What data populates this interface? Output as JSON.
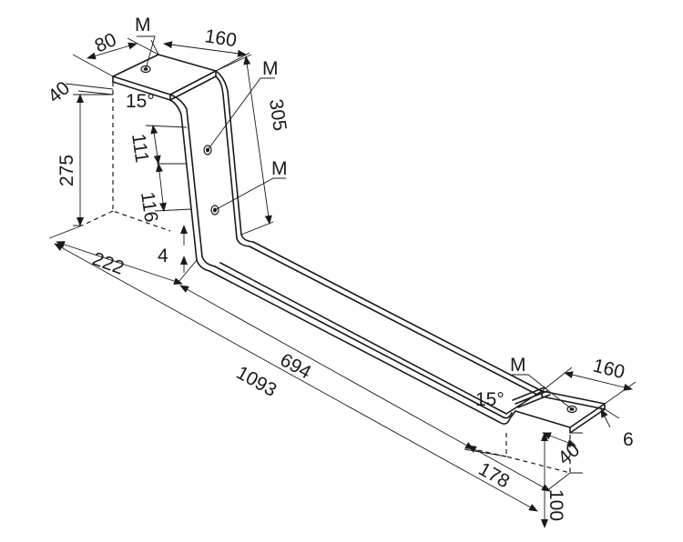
{
  "drawing": {
    "labels": {
      "top_width": "160",
      "top_depth": "80",
      "top_angle": "15°",
      "top_offset": "40",
      "height": "275",
      "vertical_length": "305",
      "hole_spacing_upper": "111",
      "hole_spacing_lower": "116",
      "thickness_top": "4",
      "back_length": "222",
      "mid_length": "694",
      "total_length": "1093",
      "bottom_width": "160",
      "bottom_angle": "15°",
      "bottom_offset": "40",
      "bottom_thickness": "6",
      "bottom_length": "178",
      "bottom_height": "100",
      "marker": "M"
    }
  }
}
